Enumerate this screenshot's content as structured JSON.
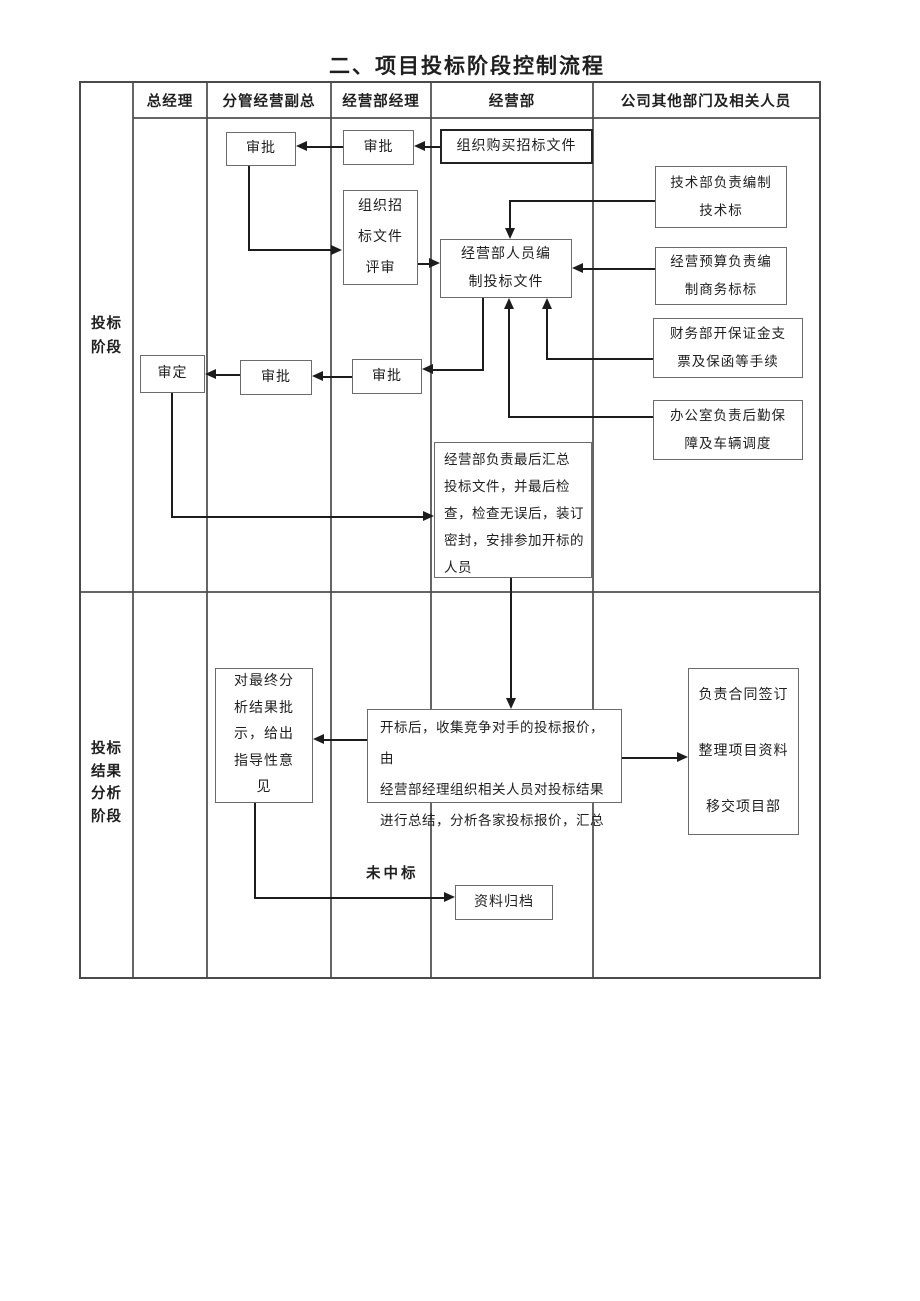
{
  "title": "二、项目投标阶段控制流程",
  "table": {
    "columns": [
      "总经理",
      "分管经营副总",
      "经营部经理",
      "经营部",
      "公司其他部门及相关人员"
    ],
    "stages": {
      "bidding": [
        "投标",
        "阶段"
      ],
      "analysis": [
        "投标",
        "结果",
        "分析",
        "阶段"
      ]
    }
  },
  "nodes": {
    "approve_vp1": "审批",
    "approve_mgr1": "审批",
    "purchase_docs": "组织购买招标文件",
    "doc_review": [
      "组织招",
      "标文件",
      "评审"
    ],
    "prepare_bid": [
      "经营部人员编",
      "制投标文件"
    ],
    "tech_dept": [
      "技术部负责编制",
      "技术标"
    ],
    "budget_dept": [
      "经营预算负责编",
      "制商务标标"
    ],
    "finance_dept": [
      "财务部开保证金支",
      "票及保函等手续"
    ],
    "office_dept": [
      "办公室负责后勤保",
      "障及车辆调度"
    ],
    "final_review": "审定",
    "approve_vp2": "审批",
    "approve_mgr2": "审批",
    "final_summary": [
      "经营部负责最后汇总",
      "投标文件，并最后检",
      "查，检查无误后，装订",
      "密封，安排参加开标的",
      "人员"
    ],
    "leader_feedback": [
      "对最终分",
      "析结果批",
      "示，给出",
      "指导性意",
      "见"
    ],
    "bid_analysis": [
      "开标后，收集竞争对手的投标报价，由",
      "经营部经理组织相关人员对投标结果",
      "进行总结，分析各家投标报价，汇总"
    ],
    "contract_handover": [
      "负责合同签订",
      "整理项目资料",
      "移交项目部"
    ],
    "archive": "资料归档"
  },
  "labels": {
    "not_winning": "未中标"
  },
  "colors": {
    "line": "#1c1c1c",
    "grid": "#4a4a4a",
    "box_border": "#6b6b6b",
    "text": "#1f1f1f",
    "background": "#ffffff"
  }
}
